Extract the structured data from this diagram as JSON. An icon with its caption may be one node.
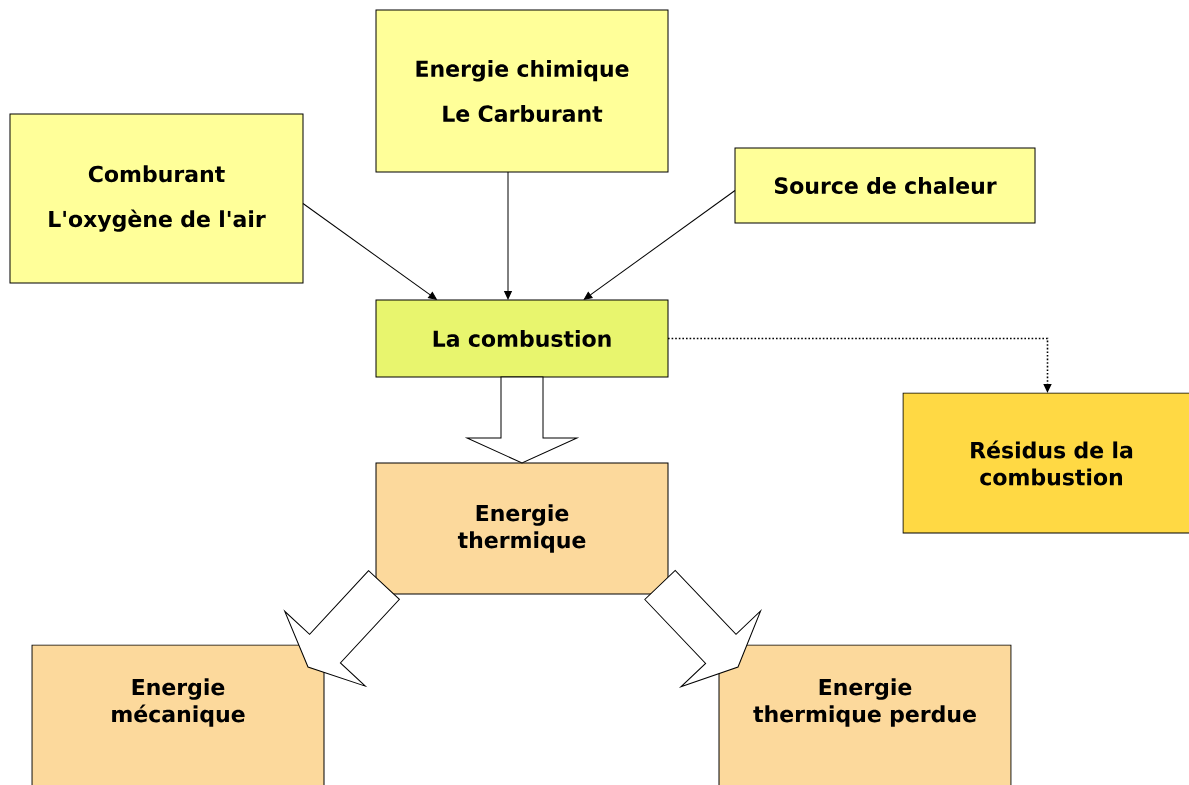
{
  "diagram": {
    "nodes": [
      {
        "text": [
          "Energie chimique",
          "Le Carburant"
        ]
      },
      {
        "text": [
          "Comburant",
          "L'oxygène de l'air"
        ]
      },
      {
        "text": [
          "Source de chaleur"
        ]
      },
      {
        "text": [
          "La combustion"
        ]
      },
      {
        "text": [
          "Résidus de la combustion"
        ]
      },
      {
        "text": [
          "Energie thermique"
        ]
      },
      {
        "text": [
          "Energie mécanique"
        ]
      },
      {
        "text": [
          "Energie thermique perdue"
        ]
      }
    ],
    "edges": [
      {
        "from": 1,
        "to": 3,
        "arrow": "to"
      },
      {
        "from": 0,
        "to": 3,
        "arrow": "to"
      },
      {
        "from": 2,
        "to": 3,
        "arrow": "to"
      },
      {
        "from": 3,
        "to": 4,
        "arrow": "to",
        "style": "dashed"
      },
      {
        "from": 3,
        "to": 5,
        "arrow": "to",
        "style": "thick"
      },
      {
        "from": 5,
        "to": 6,
        "arrow": "to",
        "style": "thick"
      },
      {
        "from": 5,
        "to": 7,
        "arrow": "to",
        "style": "thick"
      }
    ]
  }
}
